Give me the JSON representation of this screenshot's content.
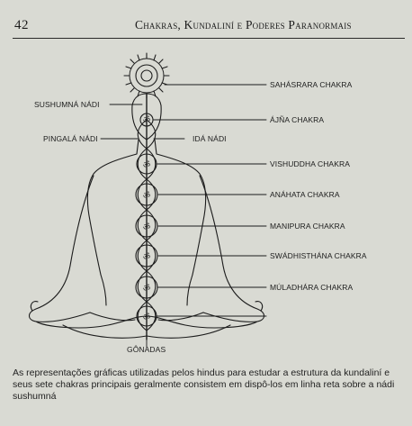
{
  "header": {
    "page_number": "42",
    "running_title": "Chakras, Kundaliní e Poderes Paranormais"
  },
  "figure": {
    "labels": {
      "sushumna": "Sushumná Nádi",
      "pingala": "Pingalá Nádi",
      "ida": "Idá Nádi",
      "sahasrara": "Sahásrara Chakra",
      "ajna": "Ájña Chakra",
      "vishuddha": "Vishuddha Chakra",
      "anahata": "Anáhata Chakra",
      "manipura": "Manipura Chakra",
      "swadhisthana": "Swádhisthána Chakra",
      "muladhara": "Múladhára Chakra",
      "gonadas": "Gônadas"
    }
  },
  "caption": {
    "text": "As representações gráficas utilizadas pelos hindus para estudar a estrutura da kundaliní e seus sete chakras principais geralmente consistem em dispô-los em linha reta sobre a nádi sushumná"
  },
  "colors": {
    "paper": "#d9dad3",
    "ink": "#1c1c1c"
  }
}
